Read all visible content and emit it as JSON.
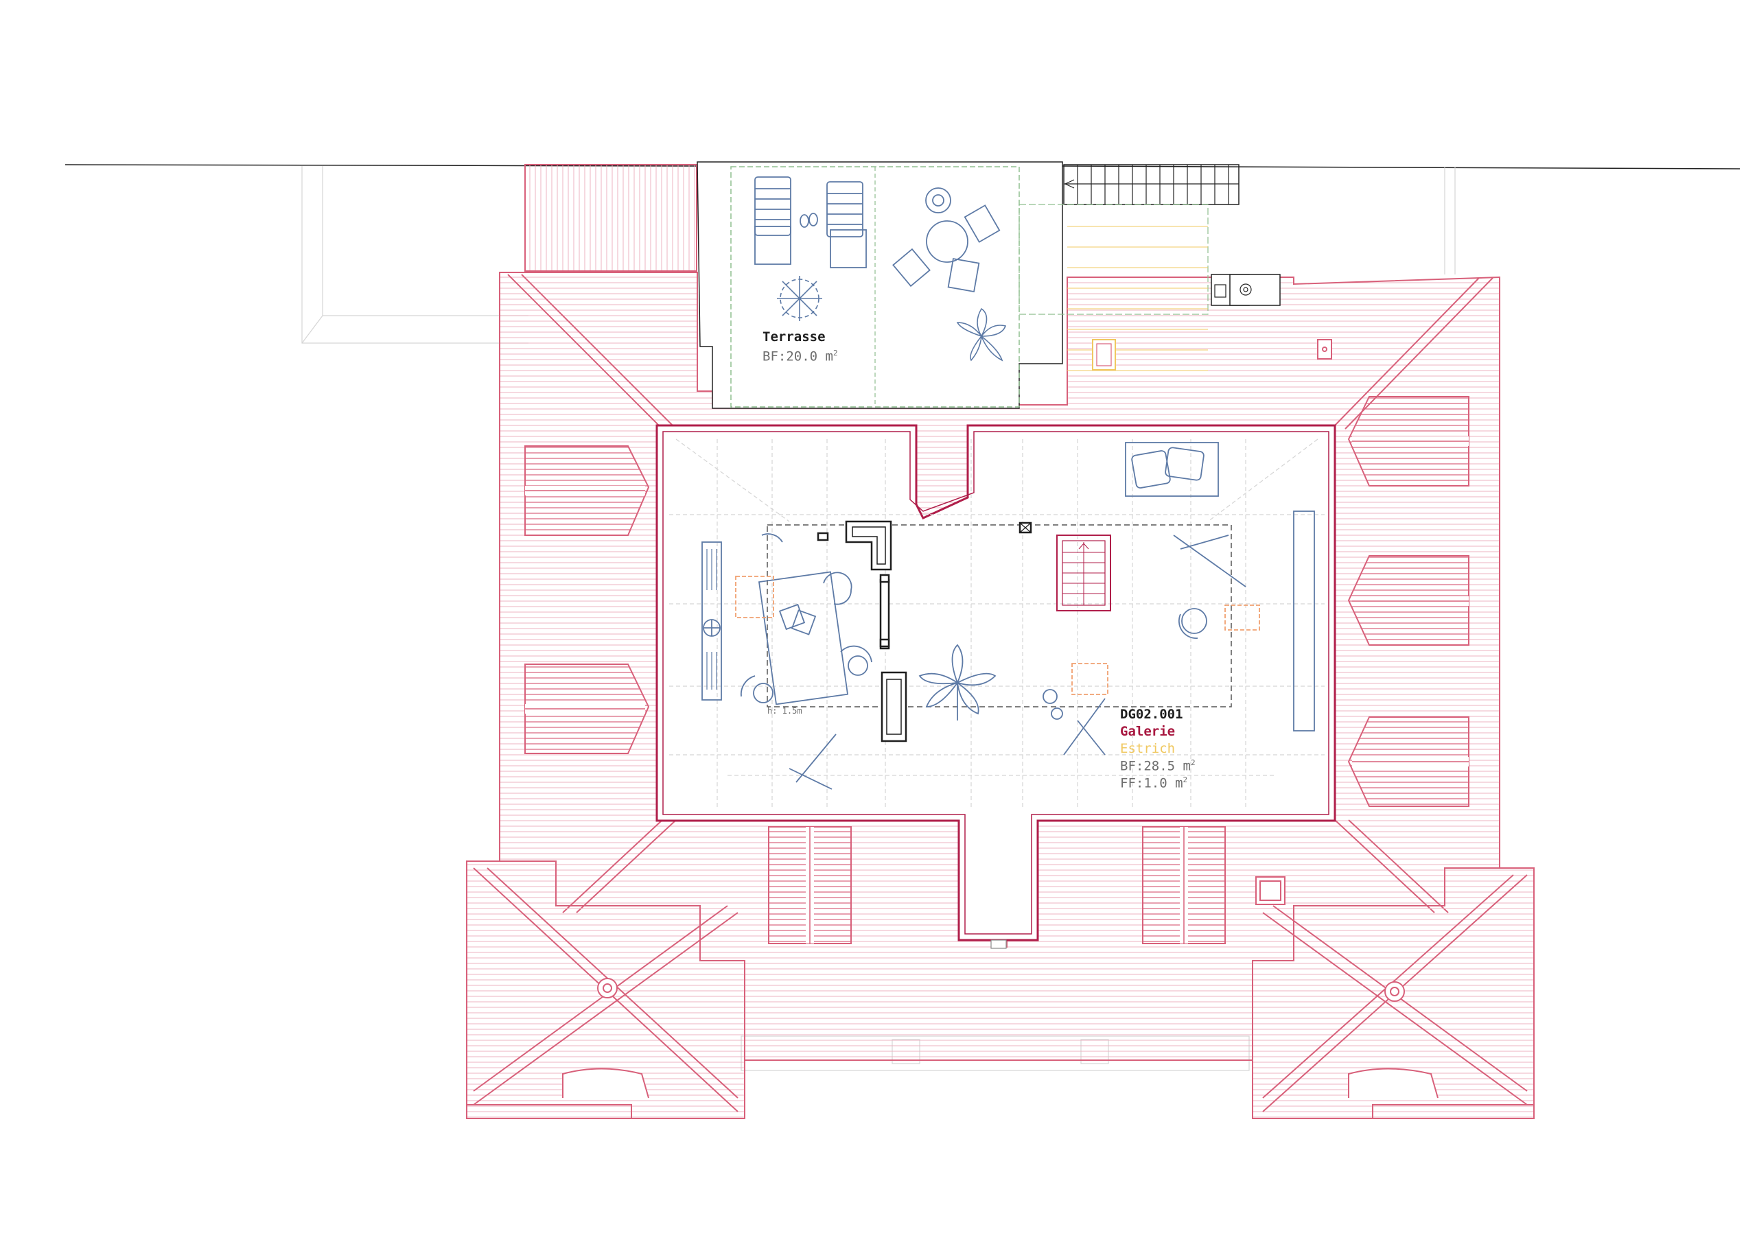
{
  "colors": {
    "roof": "#d8607a",
    "wall": "#b01e4a",
    "furniture": "#5d7aa6",
    "terrace": "#8fbf8f",
    "estrich": "#f0c860",
    "ghost": "#cfcfcf",
    "dark": "#1e1e1e",
    "galerie": "#a81840"
  },
  "terrace": {
    "name": "Terrasse",
    "area_label": "BF:20.0 m",
    "area_unit": "2"
  },
  "room": {
    "id": "DG02.001",
    "type_primary": "Galerie",
    "type_secondary": "Estrich",
    "bf_label": "BF:28.5 m",
    "bf_unit": "2",
    "ff_label": "FF:1.0 m",
    "ff_unit": "2"
  },
  "notes": {
    "height": "h: 1.5m"
  }
}
